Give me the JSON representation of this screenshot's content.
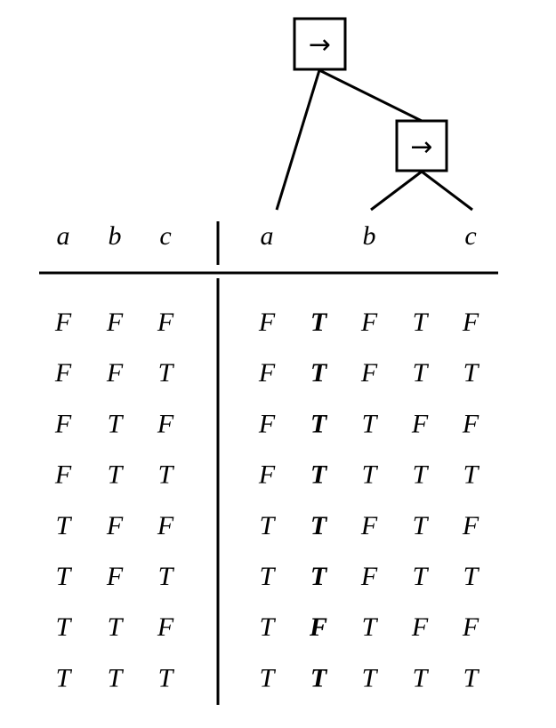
{
  "tree": {
    "root_operator": "→",
    "child_operator": "→"
  },
  "header": {
    "left": [
      "a",
      "b",
      "c"
    ],
    "right": [
      "a",
      "b",
      "c"
    ]
  },
  "rows": [
    {
      "inputs": [
        "F",
        "F",
        "F"
      ],
      "values": [
        "F",
        "T",
        "F",
        "T",
        "F"
      ]
    },
    {
      "inputs": [
        "F",
        "F",
        "T"
      ],
      "values": [
        "F",
        "T",
        "F",
        "T",
        "T"
      ]
    },
    {
      "inputs": [
        "F",
        "T",
        "F"
      ],
      "values": [
        "F",
        "T",
        "T",
        "F",
        "F"
      ]
    },
    {
      "inputs": [
        "F",
        "T",
        "T"
      ],
      "values": [
        "F",
        "T",
        "T",
        "T",
        "T"
      ]
    },
    {
      "inputs": [
        "T",
        "F",
        "F"
      ],
      "values": [
        "T",
        "T",
        "F",
        "T",
        "F"
      ]
    },
    {
      "inputs": [
        "T",
        "F",
        "T"
      ],
      "values": [
        "T",
        "T",
        "F",
        "T",
        "T"
      ]
    },
    {
      "inputs": [
        "T",
        "T",
        "F"
      ],
      "values": [
        "T",
        "F",
        "T",
        "F",
        "F"
      ]
    },
    {
      "inputs": [
        "T",
        "T",
        "T"
      ],
      "values": [
        "T",
        "T",
        "T",
        "T",
        "T"
      ]
    }
  ],
  "main_column_index": 1
}
